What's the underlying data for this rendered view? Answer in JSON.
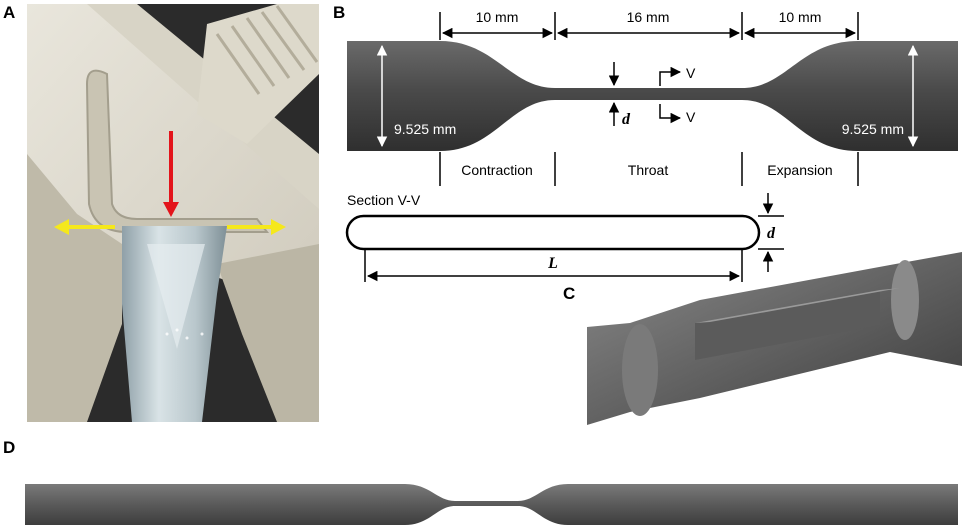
{
  "panels": {
    "a": "A",
    "b": "B",
    "c": "C",
    "d": "D"
  },
  "dimensions": {
    "contraction_length": "10 mm",
    "throat_length": "16 mm",
    "expansion_length": "10 mm",
    "inlet_diameter": "9.525 mm",
    "outlet_diameter": "9.525 mm"
  },
  "regions": {
    "contraction": "Contraction",
    "throat": "Throat",
    "expansion": "Expansion"
  },
  "section": {
    "title": "Section V-V",
    "marker": "V",
    "depth_symbol": "d",
    "length_symbol": "L"
  },
  "colors": {
    "arrow_red": "#e3141b",
    "arrow_yellow": "#f5e81c",
    "channel_gray": "#4a4a4a"
  }
}
